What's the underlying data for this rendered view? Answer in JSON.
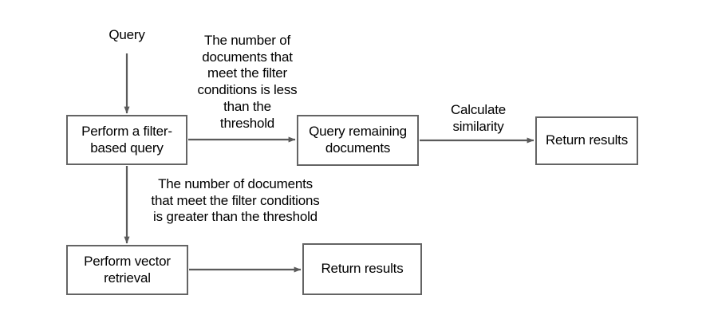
{
  "diagram": {
    "title": "Filter-based query routing flowchart",
    "colors": {
      "node_border": "#646464",
      "edge_stroke": "#5a5a5a",
      "node_fill": "#ffffff",
      "text": "#000000",
      "background": "#ffffff"
    },
    "nodes": [
      {
        "id": "filter-query",
        "label": "Perform a filter-\nbased query"
      },
      {
        "id": "query-remaining",
        "label": "Query remaining\ndocuments"
      },
      {
        "id": "return-top",
        "label": "Return results"
      },
      {
        "id": "vector-retrieval",
        "label": "Perform vector\nretrieval"
      },
      {
        "id": "return-bottom",
        "label": "Return results"
      }
    ],
    "labels": [
      {
        "id": "query",
        "text": "Query"
      },
      {
        "id": "condition-less",
        "text": "The number of\ndocuments that\nmeet the filter\nconditions is less\nthan the\nthreshold"
      },
      {
        "id": "condition-greater",
        "text": "The number of documents\nthat meet the filter conditions\nis greater than the threshold"
      },
      {
        "id": "calculate-similarity",
        "text": "Calculate\nsimilarity"
      }
    ],
    "edges": [
      {
        "id": "query-to-filter",
        "from": "query-label",
        "to": "filter-query",
        "label": ""
      },
      {
        "id": "filter-to-query-remaining",
        "from": "filter-query",
        "to": "query-remaining",
        "label": "The number of documents that meet the filter conditions is less than the threshold"
      },
      {
        "id": "query-remaining-to-return",
        "from": "query-remaining",
        "to": "return-top",
        "label": "Calculate similarity"
      },
      {
        "id": "filter-to-vector-retrieval",
        "from": "filter-query",
        "to": "vector-retrieval",
        "label": "The number of documents that meet the filter conditions is greater than the threshold"
      },
      {
        "id": "vector-retrieval-to-return",
        "from": "vector-retrieval",
        "to": "return-bottom",
        "label": ""
      }
    ]
  }
}
